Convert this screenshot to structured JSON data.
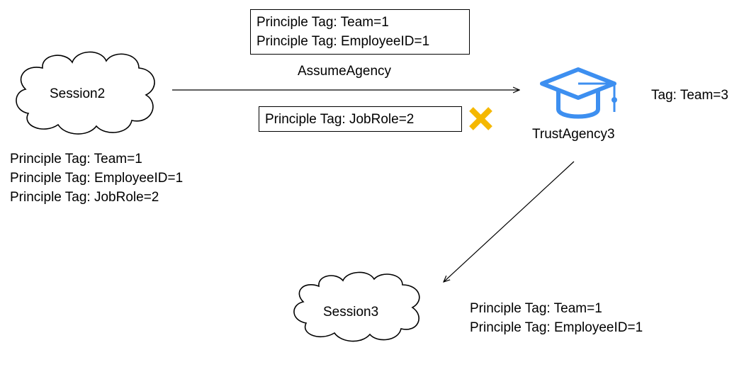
{
  "transfer_box": {
    "lines": [
      "Principle Tag: Team=1",
      "Principle Tag: EmployeeID=1"
    ]
  },
  "arrow_label": "AssumeAgency",
  "rejected_box": {
    "line": "Principle Tag: JobRole=2"
  },
  "session2": {
    "label": "Session2",
    "tags": [
      "Principle Tag: Team=1",
      "Principle Tag: EmployeeID=1",
      "Principle Tag: JobRole=2"
    ]
  },
  "agency": {
    "label": "TrustAgency3",
    "tag": "Tag: Team=3",
    "icon": "graduation-cap-icon",
    "color": "#3d8ff0"
  },
  "session3": {
    "label": "Session3",
    "tags": [
      "Principle Tag: Team=1",
      "Principle Tag: EmployeeID=1"
    ]
  },
  "reject_icon": {
    "icon": "cross-icon",
    "color": "#f5b800"
  }
}
